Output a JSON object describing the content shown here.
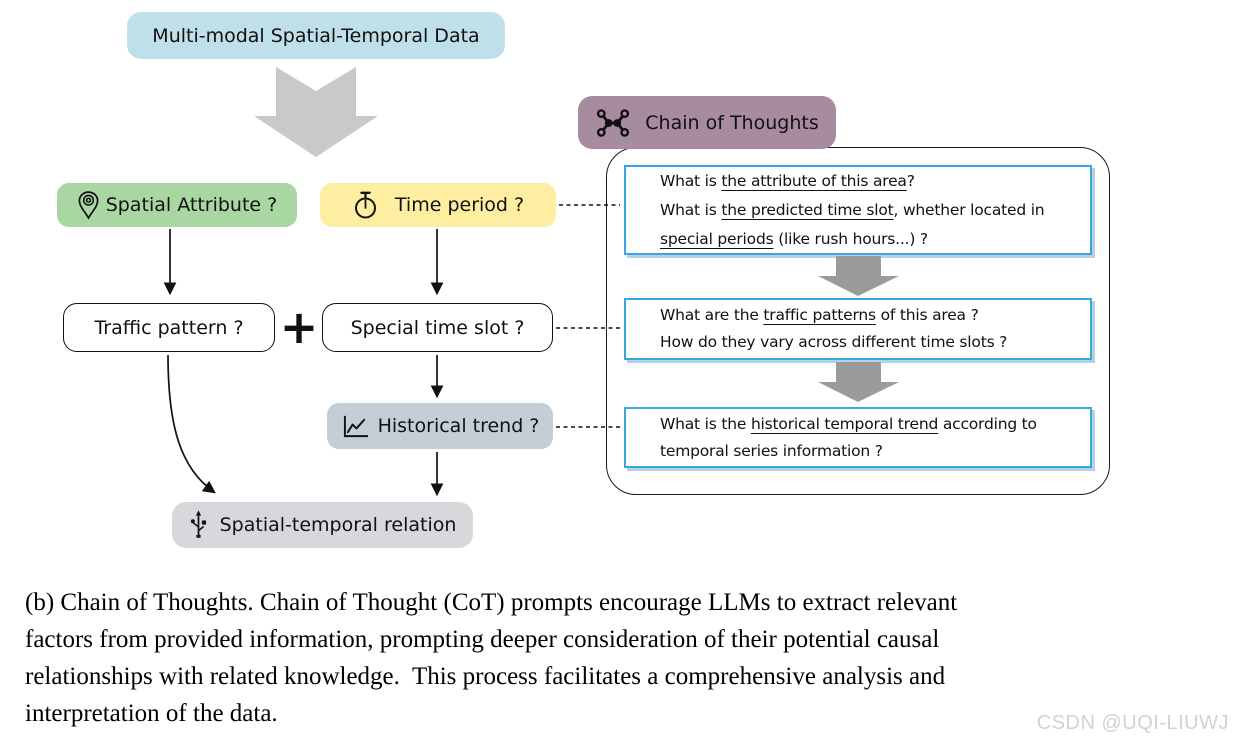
{
  "figure": {
    "nodes": {
      "source": {
        "label": "Multi-modal Spatial-Temporal Data"
      },
      "spatial": {
        "label": "Spatial Attribute ?",
        "icon": "location-pin-icon"
      },
      "time": {
        "label": "Time period ?",
        "icon": "stopwatch-icon"
      },
      "cot_header": {
        "label": "Chain of Thoughts",
        "icon": "network-graph-icon"
      },
      "traffic": {
        "label": "Traffic pattern ?"
      },
      "plus": {
        "label": "+"
      },
      "special": {
        "label": "Special time slot ?"
      },
      "historical": {
        "label": "Historical trend ?",
        "icon": "line-chart-icon"
      },
      "relation": {
        "label": "Spatial-temporal relation",
        "icon": "usb-relation-icon"
      }
    },
    "cot_boxes": [
      {
        "lines": [
          [
            {
              "text": "What is "
            },
            {
              "text": "the attribute of this area",
              "underline": true
            },
            {
              "text": "?"
            }
          ],
          [
            {
              "text": "What is "
            },
            {
              "text": "the predicted time slot",
              "underline": true
            },
            {
              "text": ", whether located in"
            }
          ],
          [
            {
              "text": "special periods",
              "underline": true
            },
            {
              "text": " (like rush hours...) ?"
            }
          ]
        ]
      },
      {
        "lines": [
          [
            {
              "text": "What are the "
            },
            {
              "text": "traffic patterns",
              "underline": true
            },
            {
              "text": " of this area ?"
            }
          ],
          [
            {
              "text": "How do they vary across different time slots ?"
            }
          ]
        ]
      },
      {
        "lines": [
          [
            {
              "text": "What is the "
            },
            {
              "text": "historical temporal trend",
              "underline": true
            },
            {
              "text": " according to"
            }
          ],
          [
            {
              "text": "temporal series information ?"
            }
          ]
        ]
      }
    ]
  },
  "caption": {
    "lines": [
      "(b) Chain of Thoughts. Chain of Thought (CoT) prompts encourage LLMs to extract relevant",
      "factors from provided information, prompting deeper consideration of their potential causal",
      "relationships with related knowledge.  This process facilitates a comprehensive analysis and",
      "interpretation of the data."
    ]
  },
  "watermark": "CSDN @UQI-LIUWJ",
  "colors": {
    "source-fill": "#bfe0ea",
    "spatial-fill": "#a9d7a1",
    "time-fill": "#fdeea1",
    "cot-header-fill": "#a78c9f",
    "historical-fill": "#c5ced6",
    "relation-fill": "#d8d7dc",
    "question-border": "#3aa5e3",
    "question-shadow": "#b5d2e2",
    "big-arrow": "#c9c9c9",
    "step-arrow": "#9b9b9b",
    "watermark": "#d2d2d2"
  }
}
